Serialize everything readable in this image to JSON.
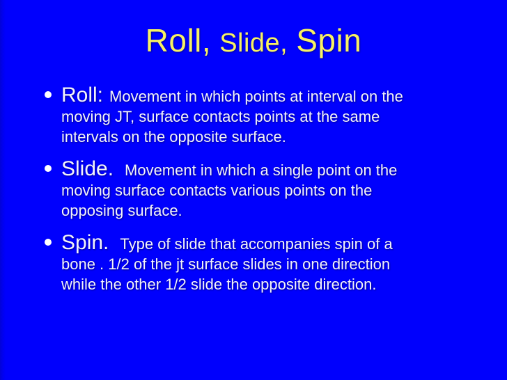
{
  "slide": {
    "background_color": "#0000fd",
    "title_color": "#f7f163",
    "body_text_color": "#f3f3fa",
    "bullet_marker": "white-circle",
    "title": {
      "part1": "Roll,",
      "part2": "Slide,",
      "part3": "Spin"
    },
    "bullets": [
      {
        "lead": "Roll:",
        "lines": [
          "Movement in which points at interval on the",
          "moving JT, surface contacts points at the same",
          "intervals on the opposite surface."
        ]
      },
      {
        "lead": "Slide.",
        "lines": [
          "Movement in which a single point on the",
          "moving surface contacts various points on the",
          "opposing surface."
        ]
      },
      {
        "lead": "Spin.",
        "lines": [
          "Type of slide that accompanies spin of a",
          "bone . 1/2 of the jt surface slides in one direction",
          "while the other 1/2 slide the opposite direction."
        ]
      }
    ]
  }
}
